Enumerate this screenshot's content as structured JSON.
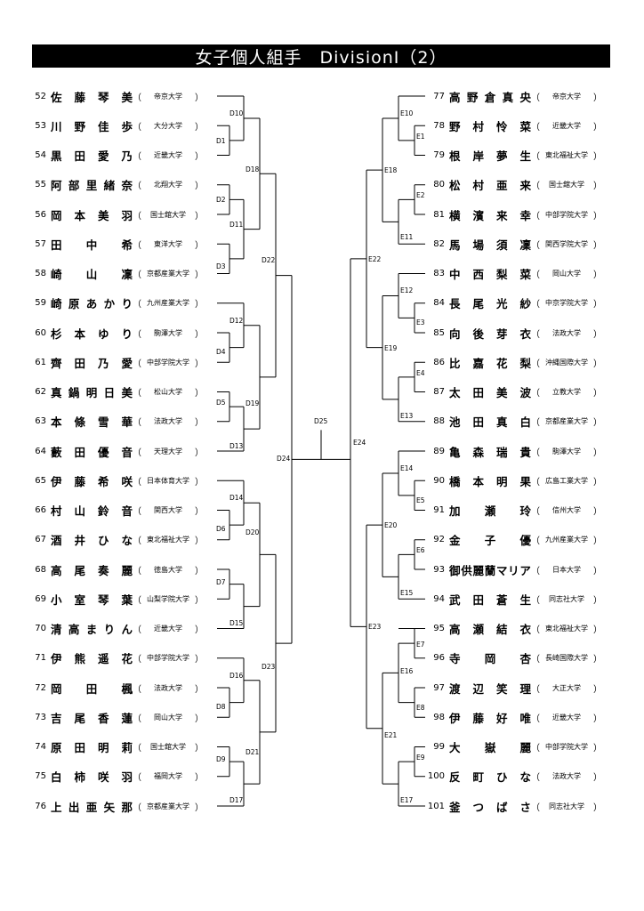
{
  "title": "女子個人組手　DivisionⅠ（2）",
  "left_entries": [
    {
      "num": "52",
      "name": "佐藤琴美",
      "school": "帝京大学"
    },
    {
      "num": "53",
      "name": "川野佳歩",
      "school": "大分大学"
    },
    {
      "num": "54",
      "name": "黒田愛乃",
      "school": "近畿大学"
    },
    {
      "num": "55",
      "name": "阿部里緒奈",
      "school": "北翔大学"
    },
    {
      "num": "56",
      "name": "岡本美羽",
      "school": "国士舘大学"
    },
    {
      "num": "57",
      "name": "田　中　希",
      "school": "東洋大学"
    },
    {
      "num": "58",
      "name": "崎　山　凜",
      "school": "京都産業大学"
    },
    {
      "num": "59",
      "name": "崎原あかり",
      "school": "九州産業大学"
    },
    {
      "num": "60",
      "name": "杉本ゆり",
      "school": "駒澤大学"
    },
    {
      "num": "61",
      "name": "齊田乃愛",
      "school": "中部学院大学"
    },
    {
      "num": "62",
      "name": "真鍋明日美",
      "school": "松山大学"
    },
    {
      "num": "63",
      "name": "本條雪華",
      "school": "法政大学"
    },
    {
      "num": "64",
      "name": "藪田優音",
      "school": "天理大学"
    },
    {
      "num": "65",
      "name": "伊藤希咲",
      "school": "日本体育大学"
    },
    {
      "num": "66",
      "name": "村山鈴音",
      "school": "関西大学"
    },
    {
      "num": "67",
      "name": "酒井ひな",
      "school": "東北福祉大学"
    },
    {
      "num": "68",
      "name": "高尾奏麗",
      "school": "徳島大学"
    },
    {
      "num": "69",
      "name": "小室琴葉",
      "school": "山梨学院大学"
    },
    {
      "num": "70",
      "name": "清高まりん",
      "school": "近畿大学"
    },
    {
      "num": "71",
      "name": "伊熊遥花",
      "school": "中部学院大学"
    },
    {
      "num": "72",
      "name": "岡　田　楓",
      "school": "法政大学"
    },
    {
      "num": "73",
      "name": "吉尾香蓮",
      "school": "岡山大学"
    },
    {
      "num": "74",
      "name": "原田明莉",
      "school": "国士舘大学"
    },
    {
      "num": "75",
      "name": "白柿咲羽",
      "school": "福岡大学"
    },
    {
      "num": "76",
      "name": "上出亜矢那",
      "school": "京都産業大学"
    }
  ],
  "right_entries": [
    {
      "num": "77",
      "name": "高野倉真央",
      "school": "帝京大学"
    },
    {
      "num": "78",
      "name": "野村怜菜",
      "school": "近畿大学"
    },
    {
      "num": "79",
      "name": "根岸夢生",
      "school": "東北福祉大学"
    },
    {
      "num": "80",
      "name": "松村亜来",
      "school": "国士舘大学"
    },
    {
      "num": "81",
      "name": "横濱来幸",
      "school": "中部学院大学"
    },
    {
      "num": "82",
      "name": "馬場須凜",
      "school": "関西学院大学"
    },
    {
      "num": "83",
      "name": "中西梨菜",
      "school": "岡山大学"
    },
    {
      "num": "84",
      "name": "長尾光紗",
      "school": "中京学院大学"
    },
    {
      "num": "85",
      "name": "向後芽衣",
      "school": "法政大学"
    },
    {
      "num": "86",
      "name": "比嘉花梨",
      "school": "沖縄国際大学"
    },
    {
      "num": "87",
      "name": "太田美波",
      "school": "立教大学"
    },
    {
      "num": "88",
      "name": "池田真白",
      "school": "京都産業大学"
    },
    {
      "num": "89",
      "name": "亀森瑞貴",
      "school": "駒澤大学"
    },
    {
      "num": "90",
      "name": "橋本明果",
      "school": "広島工業大学"
    },
    {
      "num": "91",
      "name": "加　瀬　玲",
      "school": "信州大学"
    },
    {
      "num": "92",
      "name": "金　子　優",
      "school": "九州産業大学"
    },
    {
      "num": "93",
      "name": "御供麗蘭マリア",
      "school": "日本大学"
    },
    {
      "num": "94",
      "name": "武田蒼生",
      "school": "同志社大学"
    },
    {
      "num": "95",
      "name": "高瀬結衣",
      "school": "東北福祉大学"
    },
    {
      "num": "96",
      "name": "寺　岡　杏",
      "school": "長崎国際大学"
    },
    {
      "num": "97",
      "name": "渡辺笑理",
      "school": "大正大学"
    },
    {
      "num": "98",
      "name": "伊藤好唯",
      "school": "近畿大学"
    },
    {
      "num": "99",
      "name": "大　嶽　麗",
      "school": "中部学院大学"
    },
    {
      "num": "100",
      "name": "反町ひな",
      "school": "法政大学"
    },
    {
      "num": "101",
      "name": "釜つばさ",
      "school": "同志社大学"
    }
  ],
  "bout_labels": {
    "D1": "D1",
    "D2": "D2",
    "D3": "D3",
    "D4": "D4",
    "D5": "D5",
    "D6": "D6",
    "D7": "D7",
    "D8": "D8",
    "D9": "D9",
    "D10": "D10",
    "D11": "D11",
    "D12": "D12",
    "D13": "D13",
    "D14": "D14",
    "D15": "D15",
    "D16": "D16",
    "D17": "D17",
    "D18": "D18",
    "D19": "D19",
    "D20": "D20",
    "D21": "D21",
    "D22": "D22",
    "D23": "D23",
    "D24": "D24",
    "D25": "D25",
    "E1": "E1",
    "E2": "E2",
    "E3": "E3",
    "E4": "E4",
    "E5": "E5",
    "E6": "E6",
    "E7": "E7",
    "E8": "E8",
    "E9": "E9",
    "E10": "E10",
    "E11": "E11",
    "E12": "E12",
    "E13": "E13",
    "E14": "E14",
    "E15": "E15",
    "E16": "E16",
    "E17": "E17",
    "E18": "E18",
    "E19": "E19",
    "E20": "E20",
    "E21": "E21",
    "E22": "E22",
    "E23": "E23",
    "E24": "E24"
  }
}
